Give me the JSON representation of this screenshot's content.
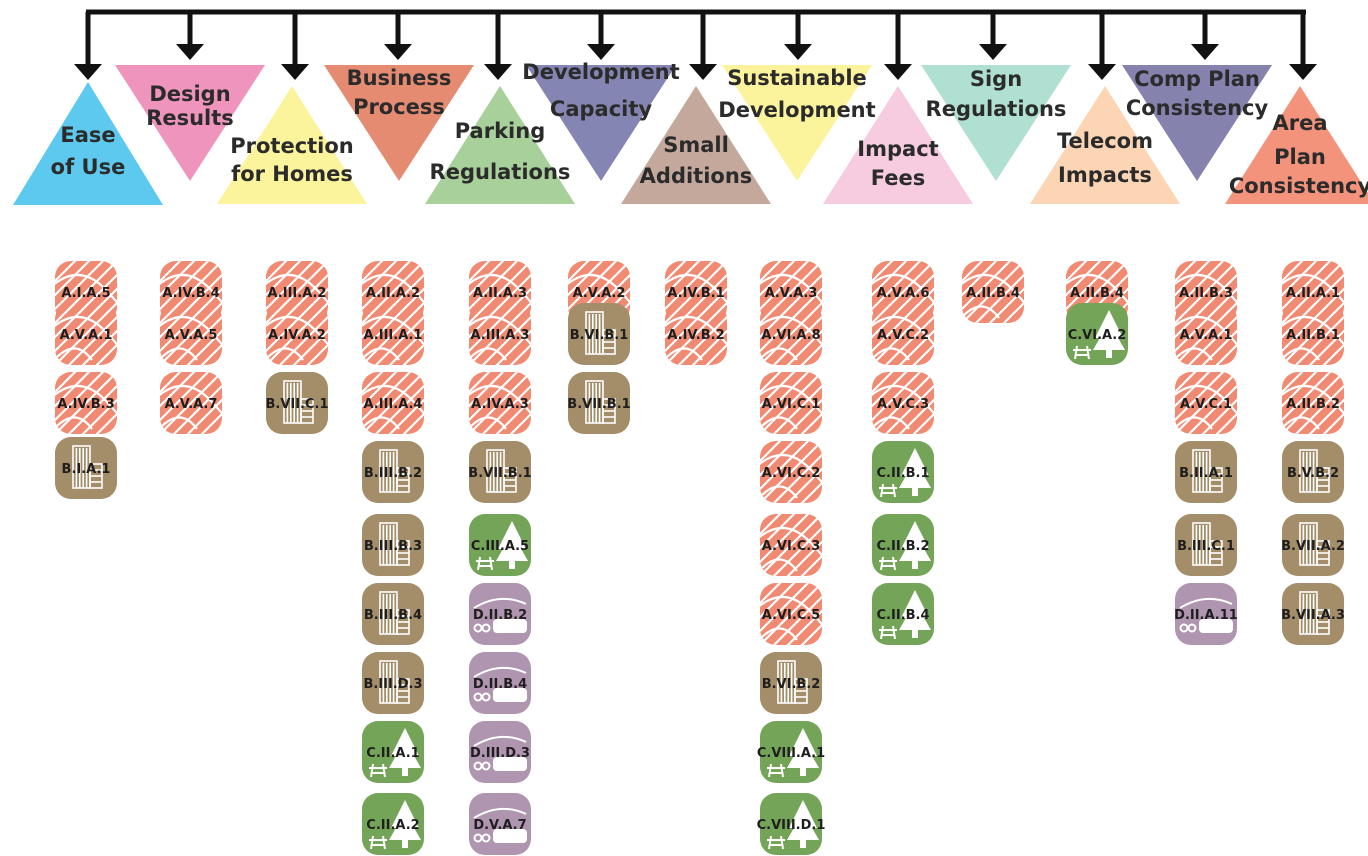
{
  "colors": {
    "A": "#f08a73",
    "B": "#a48d69",
    "C": "#74a458",
    "D": "#b095b0",
    "connector": "#111111"
  },
  "categories": [
    {
      "lines": [
        "Ease",
        "of Use"
      ],
      "color": "#5ec9ee",
      "dir": "up"
    },
    {
      "lines": [
        "Design",
        "Results"
      ],
      "color": "#ef95bd",
      "dir": "down"
    },
    {
      "lines": [
        "Protection",
        "for Homes"
      ],
      "color": "#fbf49c",
      "dir": "up"
    },
    {
      "lines": [
        "Business",
        "Process"
      ],
      "color": "#e58b71",
      "dir": "down"
    },
    {
      "lines": [
        "Parking",
        "Regulations"
      ],
      "color": "#a7d09a",
      "dir": "up"
    },
    {
      "lines": [
        "Development",
        "Capacity"
      ],
      "color": "#8585b3",
      "dir": "down"
    },
    {
      "lines": [
        "Small",
        "Additions"
      ],
      "color": "#c4a89c",
      "dir": "up"
    },
    {
      "lines": [
        "Sustainable",
        "Development"
      ],
      "color": "#fbf49c",
      "dir": "down"
    },
    {
      "lines": [
        "Impact",
        "Fees"
      ],
      "color": "#f7cbe0",
      "dir": "up"
    },
    {
      "lines": [
        "Sign",
        "Regulations"
      ],
      "color": "#b0e0d1",
      "dir": "down"
    },
    {
      "lines": [
        "Telecom",
        "Impacts"
      ],
      "color": "#fcd5b5",
      "dir": "up"
    },
    {
      "lines": [
        "Comp Plan",
        "Consistency"
      ],
      "color": "#8582ae",
      "dir": "down"
    },
    {
      "lines": [
        "Area",
        "Plan",
        "Consistency"
      ],
      "color": "#f4937b",
      "dir": "up"
    }
  ],
  "columns": [
    [
      "A.I.A.5",
      "A.V.A.1",
      "A.IV.B.3",
      "B.I.A.1"
    ],
    [
      "A.IV.B.4",
      "A.V.A.5",
      "A.V.A.7"
    ],
    [
      "A.III.A.2",
      "A.IV.A.2",
      "B.VII.C.1"
    ],
    [
      "A.II.A.2",
      "A.III.A.1",
      "A.III.A.4",
      "B.III.B.2",
      "B.III.B.3",
      "B.III.B.4",
      "B.III.D.3",
      "C.II.A.1",
      "C.II.A.2"
    ],
    [
      "A.II.A.3",
      "A.III.A.3",
      "A.IV.A.3",
      "B.VII.B.1",
      "C.III.A.5",
      "D.II.B.2",
      "D.II.B.4",
      "D.III.D.3",
      "D.V.A.7"
    ],
    [
      "A.V.A.2",
      "B.VI.B.1",
      "B.VII.B.1"
    ],
    [
      "A.IV.B.1",
      "A.IV.B.2"
    ],
    [
      "A.V.A.3",
      "A.VI.A.8",
      "A.VI.C.1",
      "A.VI.C.2",
      "A.VI.C.3",
      "A.VI.C.5",
      "B.VI.B.2",
      "C.VIII.A.1",
      "C.VIII.D.1"
    ],
    [
      "A.V.A.6",
      "A.V.C.2",
      "A.V.C.3",
      "C.II.B.1",
      "C.II.B.2",
      "C.II.B.4"
    ],
    [
      "A.II.B.4"
    ],
    [
      "A.II.B.4",
      "C.VI.A.2"
    ],
    [
      "A.II.B.3",
      "A.V.A.1",
      "A.V.C.1",
      "B.II.A.1",
      "B.III.C.1",
      "D.II.A.11"
    ],
    [
      "A.II.A.1",
      "A.II.B.1",
      "A.II.B.2",
      "B.V.B.2",
      "B.VII.A.2",
      "B.VII.A.3"
    ]
  ]
}
